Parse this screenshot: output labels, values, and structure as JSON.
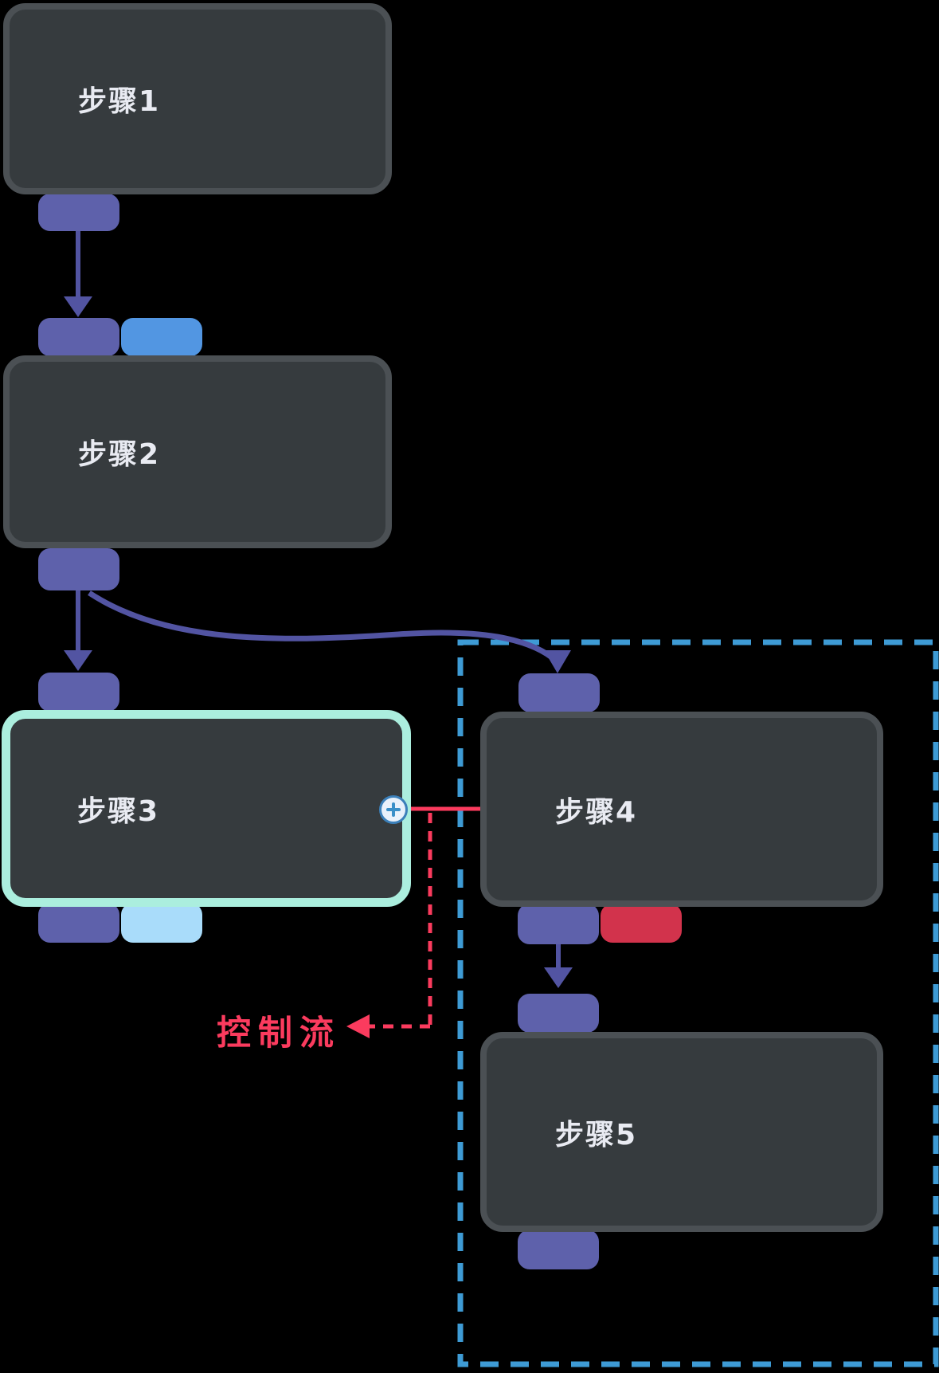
{
  "flow": {
    "nodes": {
      "step1": {
        "label": "步骤1",
        "selected": false,
        "ports_top": [],
        "ports_bottom": [
          "purple"
        ]
      },
      "step2": {
        "label": "步骤2",
        "selected": false,
        "ports_top": [
          "purple",
          "blue"
        ],
        "ports_bottom": [
          "purple"
        ]
      },
      "step3": {
        "label": "步骤3",
        "selected": true,
        "ports_top": [
          "purple"
        ],
        "ports_bottom": [
          "purple",
          "light-blue"
        ],
        "action_button": "plus"
      },
      "step4": {
        "label": "步骤4",
        "selected": false,
        "ports_top": [
          "purple"
        ],
        "ports_bottom": [
          "purple",
          "red"
        ]
      },
      "step5": {
        "label": "步骤5",
        "selected": false,
        "ports_top": [
          "purple"
        ],
        "ports_bottom": [
          "purple"
        ]
      }
    },
    "edges": [
      {
        "from": "step1",
        "to": "step2",
        "type": "solid-arrow"
      },
      {
        "from": "step2",
        "to": "step3",
        "type": "solid-arrow"
      },
      {
        "from": "step2",
        "to": "step4",
        "type": "curved-solid-arrow"
      },
      {
        "from": "step4",
        "to": "step5",
        "type": "solid-arrow"
      },
      {
        "from": "step3",
        "to": "step4",
        "type": "control-flow-line"
      }
    ],
    "group_region": {
      "style": "dashed-rectangle",
      "contains": [
        "step4",
        "step5"
      ],
      "color": "#3e9bd5"
    },
    "legend": {
      "control_flow_label": "控制流",
      "color": "#fb3b5e"
    },
    "plus_button": {
      "glyph": "+"
    },
    "colors": {
      "background": "#000000",
      "node_fill": "#363b3e",
      "node_border": "#4b5054",
      "node_text": "#e9ebf2",
      "selected_highlight": "#abeede",
      "port_purple": "#5e61ab",
      "port_blue": "#5296e2",
      "port_light_blue": "#a9dcfa",
      "port_red": "#d2334c",
      "edge_purple": "#5254a2",
      "control_flow_pink": "#fb3b5e",
      "group_dash_blue": "#3e9bd5",
      "plus_icon_blue": "#3a8fc8"
    }
  }
}
